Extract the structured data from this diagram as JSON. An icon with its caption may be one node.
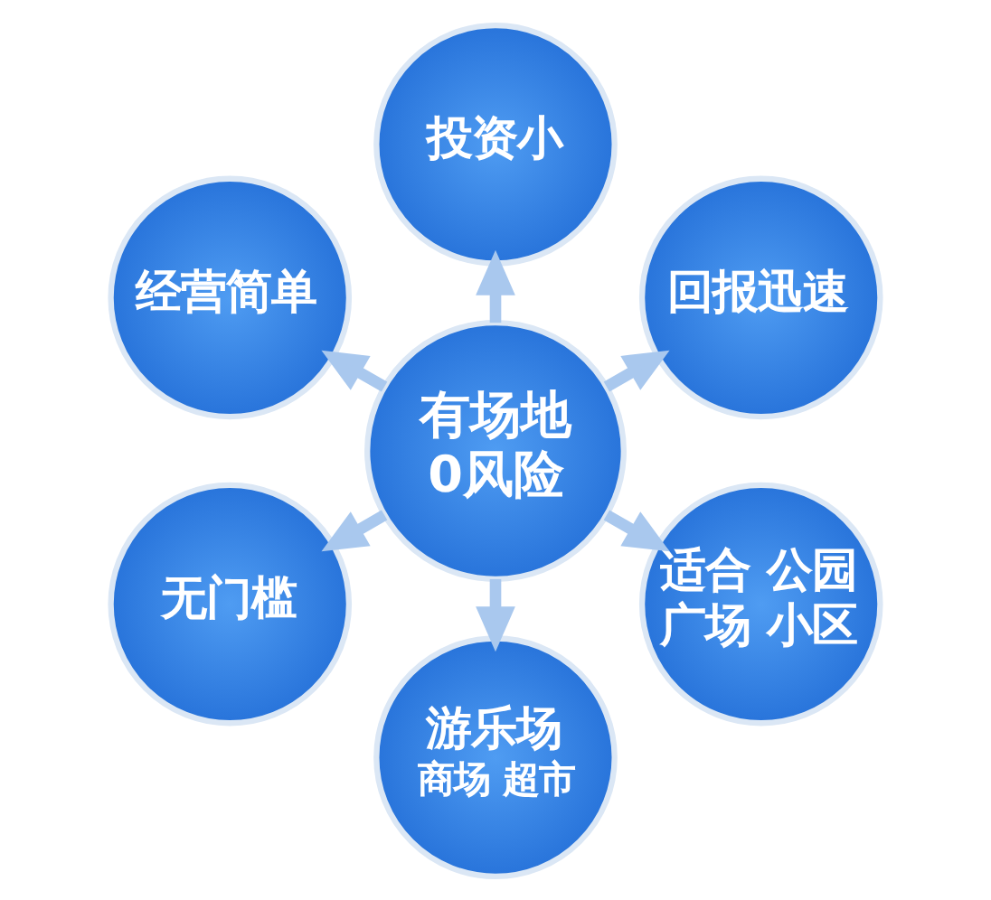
{
  "diagram": {
    "nodes": [
      {
        "text": [
          "投资小"
        ]
      },
      {
        "text": [
          "经营简单"
        ]
      },
      {
        "text": [
          "回报迅速"
        ]
      },
      {
        "text": [
          "有场地0风险"
        ]
      },
      {
        "text": [
          "无门槛"
        ]
      },
      {
        "text": [
          "适合 公园广场 小区"
        ]
      },
      {
        "text": [
          "游乐场",
          "商场 超市"
        ]
      }
    ],
    "edges": [
      {
        "from": 3,
        "to": 0,
        "arrow": "to"
      },
      {
        "from": 3,
        "to": 2,
        "arrow": "to"
      },
      {
        "from": 3,
        "to": 5,
        "arrow": "to"
      },
      {
        "from": 3,
        "to": 6,
        "arrow": "to"
      },
      {
        "from": 3,
        "to": 4,
        "arrow": "to"
      },
      {
        "from": 3,
        "to": 1,
        "arrow": "to"
      }
    ]
  }
}
